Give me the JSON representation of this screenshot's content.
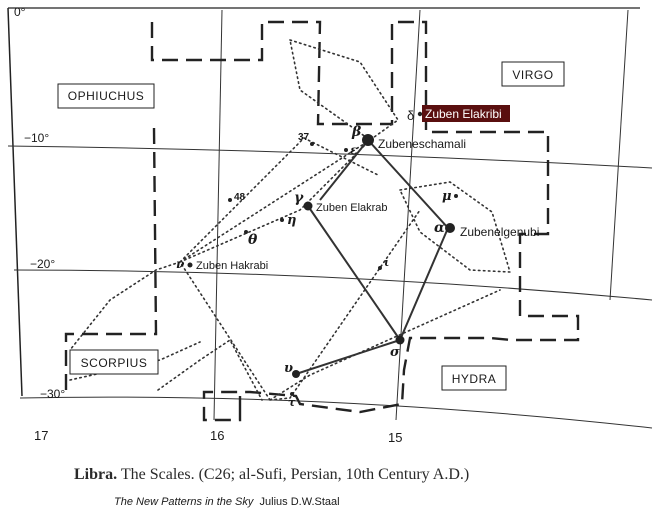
{
  "diagram": {
    "constellations": {
      "ophiuchus": "OPHIUCHUS",
      "virgo": "VIRGO",
      "scorpius": "SCORPIUS",
      "hydra": "HYDRA"
    },
    "declinations": {
      "d0": "0°",
      "d10": "−10°",
      "d20": "−20°",
      "d30": "−30°"
    },
    "right_ascensions": {
      "r17": "17",
      "r16": "16",
      "r15": "15"
    },
    "stars": {
      "beta": {
        "greek": "β",
        "name": "Zubeneschamali"
      },
      "alpha": {
        "greek": "α",
        "name": "Zubenelgenubi"
      },
      "gamma": {
        "greek": "γ",
        "name": "Zuben Elakrab"
      },
      "nu": {
        "greek": "ν",
        "name": "Zuben Hakrabi"
      },
      "delta": {
        "greek": "δ",
        "name": "Zuben Elakribi"
      },
      "sigma": {
        "greek": "σ"
      },
      "upsilon": {
        "greek": "υ"
      },
      "tau": {
        "greek": "τ"
      },
      "eta": {
        "greek": "η"
      },
      "theta": {
        "greek": "θ"
      },
      "epsilon": {
        "greek": "ε"
      },
      "mu": {
        "greek": "μ"
      },
      "iota": {
        "greek": "ι"
      },
      "s37": {
        "greek": "37"
      },
      "s48": {
        "greek": "48"
      }
    },
    "colors": {
      "highlight_bg": "#5a0f0f",
      "highlight_text": "#ffffff",
      "ink": "#1a1a1a"
    }
  },
  "caption": {
    "title": "Libra.",
    "text": " The Scales. (C26; al-Sufi, Persian, 10th Century A.D.)"
  },
  "credit": {
    "book": "The New Patterns in the Sky",
    "author": "  Julius D.W.Staal"
  }
}
